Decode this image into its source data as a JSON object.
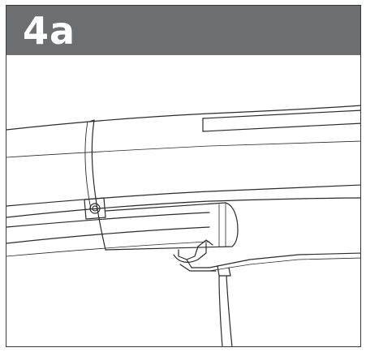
{
  "step": {
    "label": "4a"
  },
  "colors": {
    "header_background": "#6d6e70",
    "header_text": "#ffffff",
    "line_art": "#2b2b2b",
    "frame_border": "#3a3a3a"
  },
  "illustration": {
    "style": "line-art",
    "parts": [
      "curved-rail-upper",
      "curved-rail-lower",
      "rail-joint-sleeve",
      "screw-icon",
      "hanger-bracket",
      "hanger-rod"
    ]
  }
}
